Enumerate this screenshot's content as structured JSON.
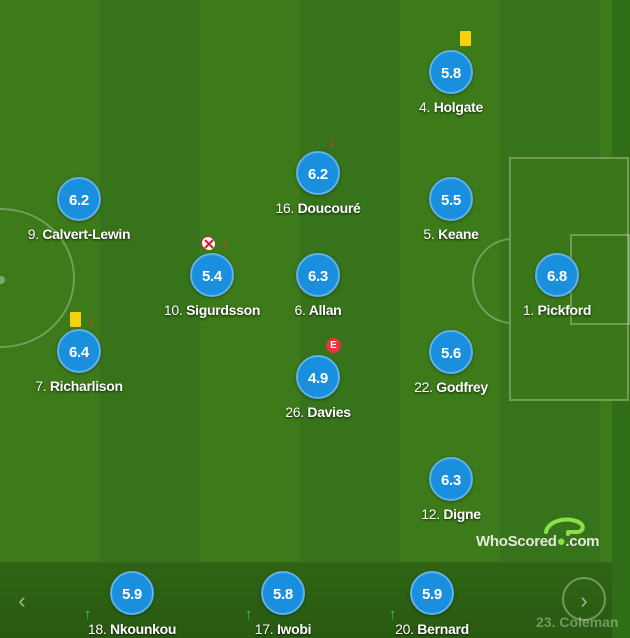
{
  "pitch": {
    "players": [
      {
        "id": "holgate",
        "rating": "5.8",
        "number": "4.",
        "name": "Holgate"
      },
      {
        "id": "doucoure",
        "rating": "6.2",
        "number": "16.",
        "name": "Doucouré"
      },
      {
        "id": "calvert-lewin",
        "rating": "6.2",
        "number": "9.",
        "name": "Calvert-Lewin"
      },
      {
        "id": "keane",
        "rating": "5.5",
        "number": "5.",
        "name": "Keane"
      },
      {
        "id": "sigurdsson",
        "rating": "5.4",
        "number": "10.",
        "name": "Sigurdsson"
      },
      {
        "id": "allan",
        "rating": "6.3",
        "number": "6.",
        "name": "Allan"
      },
      {
        "id": "pickford",
        "rating": "6.8",
        "number": "1.",
        "name": "Pickford"
      },
      {
        "id": "richarlison",
        "rating": "6.4",
        "number": "7.",
        "name": "Richarlison"
      },
      {
        "id": "davies",
        "rating": "4.9",
        "number": "26.",
        "name": "Davies"
      },
      {
        "id": "godfrey",
        "rating": "5.6",
        "number": "22.",
        "name": "Godfrey"
      },
      {
        "id": "digne",
        "rating": "6.3",
        "number": "12.",
        "name": "Digne"
      }
    ],
    "event_icons": {
      "yellow_card": "yellow-card-icon",
      "subbed_off": "arrow-down-icon",
      "subbed_on": "arrow-up-icon",
      "error": "error-icon",
      "missed_penalty": "missed-penalty-icon"
    },
    "error_label": "E",
    "arrow_down": "↓",
    "arrow_up": "↑"
  },
  "watermark": {
    "brand_main": "WhoScored",
    "brand_dot": ".com"
  },
  "bench": {
    "prev_label": "‹",
    "next_label": "›",
    "subs": [
      {
        "rating": "5.9",
        "number": "18.",
        "name": "Nkounkou"
      },
      {
        "rating": "5.8",
        "number": "17.",
        "name": "Iwobi"
      },
      {
        "rating": "5.9",
        "number": "20.",
        "name": "Bernard"
      }
    ],
    "partial_sub": "23. Coleman"
  },
  "colors": {
    "rating_bubble": "#1a8fde",
    "pitch_dark": "#37731a",
    "pitch_light": "#3d7a19",
    "yellow_card": "#f5d20a",
    "sub_off": "#e8323c",
    "sub_on": "#37d23c"
  }
}
